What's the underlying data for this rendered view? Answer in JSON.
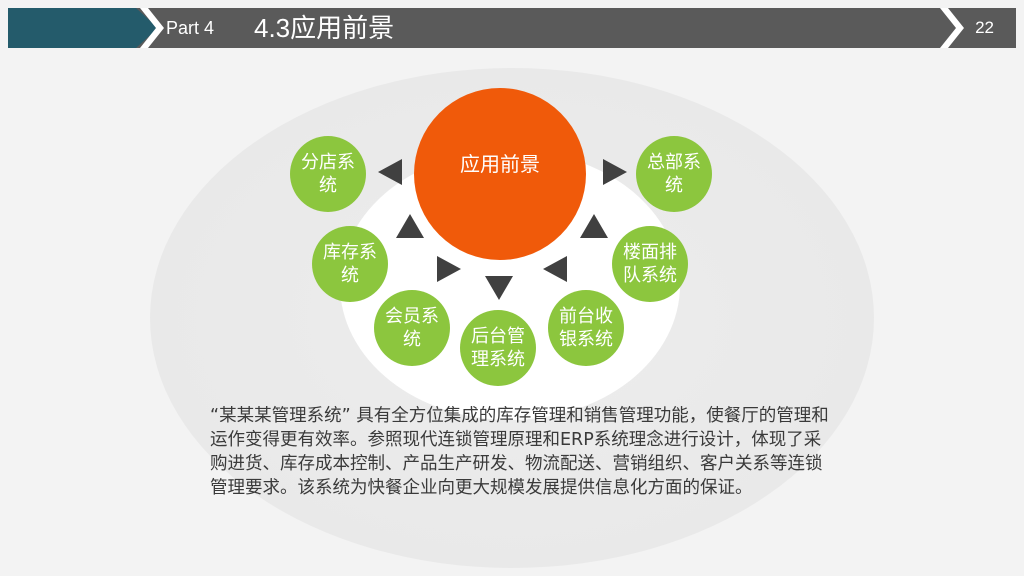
{
  "header": {
    "part": "Part 4",
    "title": "4.3应用前景",
    "page_number": "22"
  },
  "diagram": {
    "center": "应用前景",
    "nodes": {
      "branch": "分店系统",
      "hq": "总部系统",
      "inventory": "库存系统",
      "queue": "楼面排队系统",
      "member": "会员系统",
      "backend": "后台管理系统",
      "cashier": "前台收银系统"
    }
  },
  "description": "“某某某管理系统” 具有全方位集成的库存管理和销售管理功能，使餐厅的管理和运作变得更有效率。参照现代连锁管理原理和ERP系统理念进行设计，体现了采购进货、库存成本控制、产品生产研发、物流配送、营销组织、客户关系等连锁管理要求。该系统为快餐企业向更大规模发展提供信息化方面的保证。",
  "colors": {
    "header_bar": "#5a5a5a",
    "header_accent": "#245b6b",
    "center_circle": "#f05a0a",
    "node_circle": "#8cc63e",
    "arrow": "#404040"
  }
}
